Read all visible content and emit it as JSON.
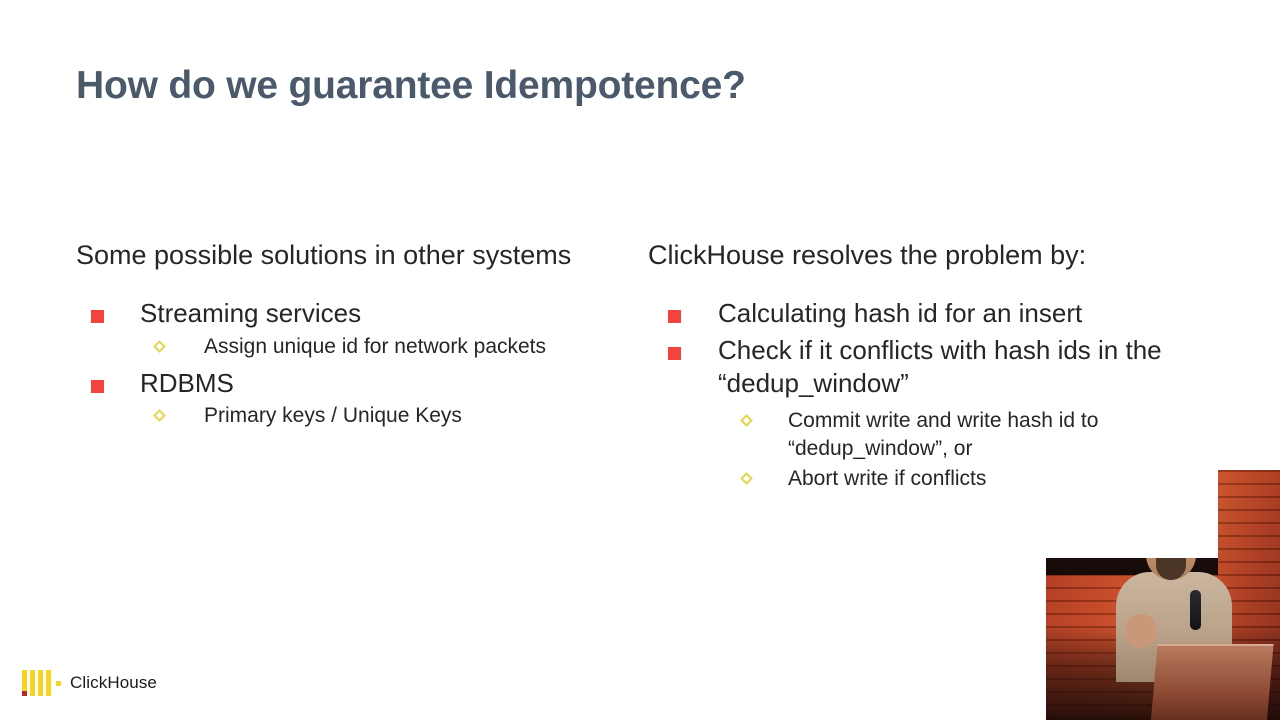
{
  "slide": {
    "title": "How do we guarantee Idempotence?",
    "background_color": "#ffffff",
    "title_color": "#4b5a6b",
    "body_color": "#262626",
    "bullet_square_color": "#f4423c",
    "bullet_diamond_color": "#e6d44c",
    "left_column": {
      "heading": "Some possible solutions in other systems",
      "bullets": [
        {
          "text": "Streaming services",
          "sub": [
            "Assign unique id for network packets"
          ]
        },
        {
          "text": "RDBMS",
          "sub": [
            "Primary keys / Unique Keys"
          ]
        }
      ]
    },
    "right_column": {
      "heading": "ClickHouse resolves the problem by:",
      "bullets": [
        {
          "text": "Calculating hash id for an insert",
          "sub": []
        },
        {
          "text": "Check if it conflicts with hash ids in the “dedup_window”",
          "sub": [
            "Commit write and write hash id to “dedup_window”, or",
            "Abort write if conflicts"
          ]
        }
      ]
    }
  },
  "footer": {
    "brand": "ClickHouse",
    "logo_bar_color": "#f5d422",
    "logo_accent_color": "#b82a1f",
    "logo_icon": "clickhouse-bars-logo"
  },
  "webcam": {
    "label": "speaker-webcam-overlay",
    "description": "Presenter wearing a dark beanie and glasses, speaking into a handheld microphone behind a laptop, with a warm orange wood-plank wall behind"
  }
}
